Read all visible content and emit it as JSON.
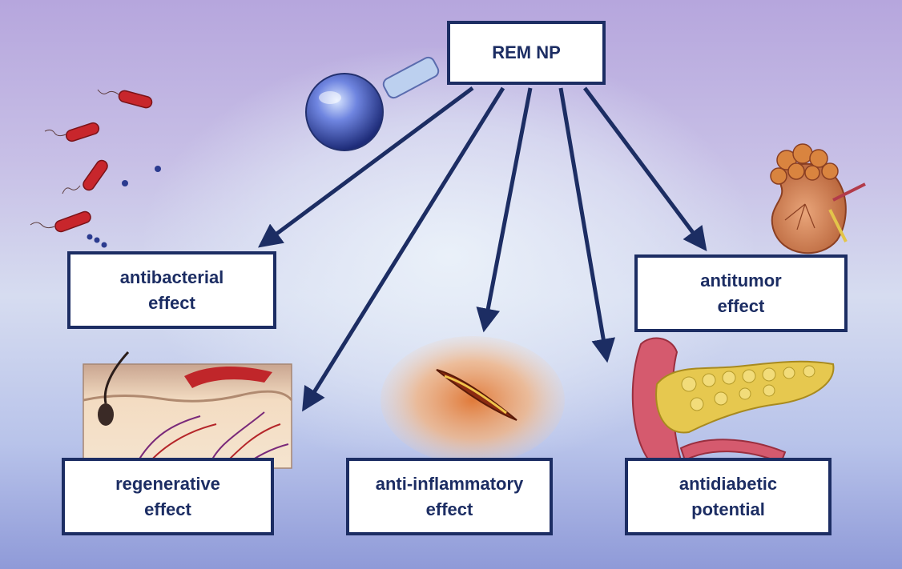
{
  "diagram": {
    "root": "REM NP",
    "effects": [
      "antibacterial\neffect",
      "antitumor\neffect",
      "regenerative\neffect",
      "anti-inflammatory\neffect",
      "antidiabetic\npotential"
    ]
  },
  "illustrations": [
    "flask-illustration",
    "bacteria-illustration",
    "kidney-tumor-illustration",
    "skin-wound-illustration",
    "inflamed-wound-illustration",
    "pancreas-illustration"
  ],
  "colors": {
    "box_border": "#1c2d63",
    "arrow": "#1c2d63",
    "box_fill": "#ffffff",
    "bacteria": "#c8262c",
    "flask": "#3c4fb0",
    "pancreas": "#e6c84f",
    "intestine": "#d55a6e"
  }
}
